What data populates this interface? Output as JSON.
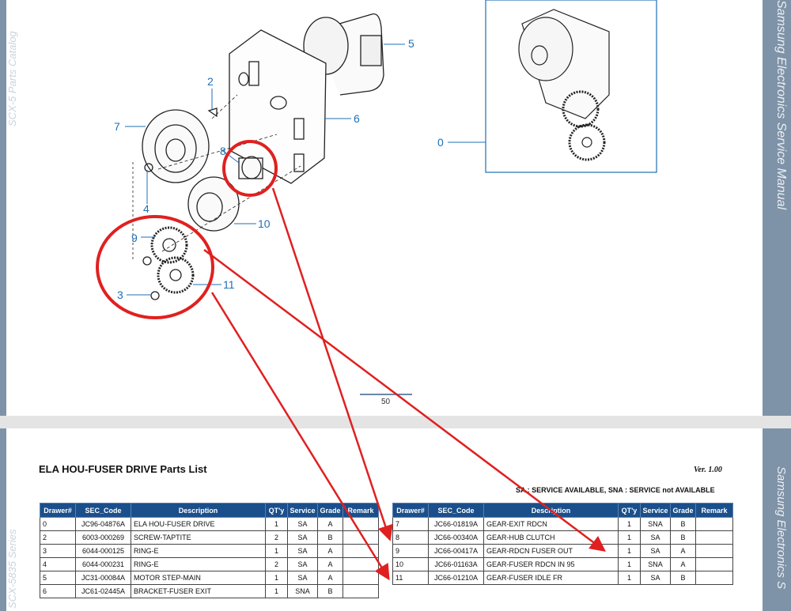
{
  "side_labels": {
    "right_top": "Samsung Electronics  Service Manual",
    "right_bottom": "Samsung Electronics  S",
    "left_top": "SCX-5 Parts Catalog",
    "left_bottom": "SCX-5835 Series"
  },
  "page_number": "50",
  "parts_list": {
    "title": "ELA HOU-FUSER DRIVE Parts List",
    "version": "Ver. 1.00",
    "legend": "SA : SERVICE AVAILABLE, SNA : SERVICE not AVAILABLE",
    "columns": [
      "Drawer#",
      "SEC_Code",
      "Description",
      "QT'y",
      "Service",
      "Grade",
      "Remark"
    ],
    "left_rows": [
      {
        "drawer": "0",
        "code": "JC96-04876A",
        "desc": "ELA HOU-FUSER DRIVE",
        "qty": "1",
        "service": "SA",
        "grade": "A",
        "remark": ""
      },
      {
        "drawer": "2",
        "code": "6003-000269",
        "desc": "SCREW-TAPTITE",
        "qty": "2",
        "service": "SA",
        "grade": "B",
        "remark": ""
      },
      {
        "drawer": "3",
        "code": "6044-000125",
        "desc": "RING-E",
        "qty": "1",
        "service": "SA",
        "grade": "A",
        "remark": ""
      },
      {
        "drawer": "4",
        "code": "6044-000231",
        "desc": "RING-E",
        "qty": "2",
        "service": "SA",
        "grade": "A",
        "remark": ""
      },
      {
        "drawer": "5",
        "code": "JC31-00084A",
        "desc": "MOTOR STEP-MAIN",
        "qty": "1",
        "service": "SA",
        "grade": "A",
        "remark": ""
      },
      {
        "drawer": "6",
        "code": "JC61-02445A",
        "desc": "BRACKET-FUSER EXIT",
        "qty": "1",
        "service": "SNA",
        "grade": "B",
        "remark": ""
      }
    ],
    "right_rows": [
      {
        "drawer": "7",
        "code": "JC66-01819A",
        "desc": "GEAR-EXIT RDCN",
        "qty": "1",
        "service": "SNA",
        "grade": "B",
        "remark": ""
      },
      {
        "drawer": "8",
        "code": "JC66-00340A",
        "desc": "GEAR-HUB CLUTCH",
        "qty": "1",
        "service": "SA",
        "grade": "B",
        "remark": ""
      },
      {
        "drawer": "9",
        "code": "JC66-00417A",
        "desc": "GEAR-RDCN FUSER OUT",
        "qty": "1",
        "service": "SA",
        "grade": "A",
        "remark": ""
      },
      {
        "drawer": "10",
        "code": "JC66-01163A",
        "desc": "GEAR-FUSER RDCN IN 95",
        "qty": "1",
        "service": "SNA",
        "grade": "A",
        "remark": ""
      },
      {
        "drawer": "11",
        "code": "JC66-01210A",
        "desc": "GEAR-FUSER IDLE FR",
        "qty": "1",
        "service": "SA",
        "grade": "B",
        "remark": ""
      }
    ]
  },
  "callouts": {
    "c0": "0",
    "c2": "2",
    "c3": "3",
    "c4": "4",
    "c5": "5",
    "c6": "6",
    "c7": "7",
    "c8": "8",
    "c9": "9",
    "c10": "10",
    "c11": "11"
  },
  "colors": {
    "header_bg": "#1a4f8b",
    "callout": "#1f6fb5",
    "annotation": "#e02020",
    "side_band": "#7f93a8"
  }
}
